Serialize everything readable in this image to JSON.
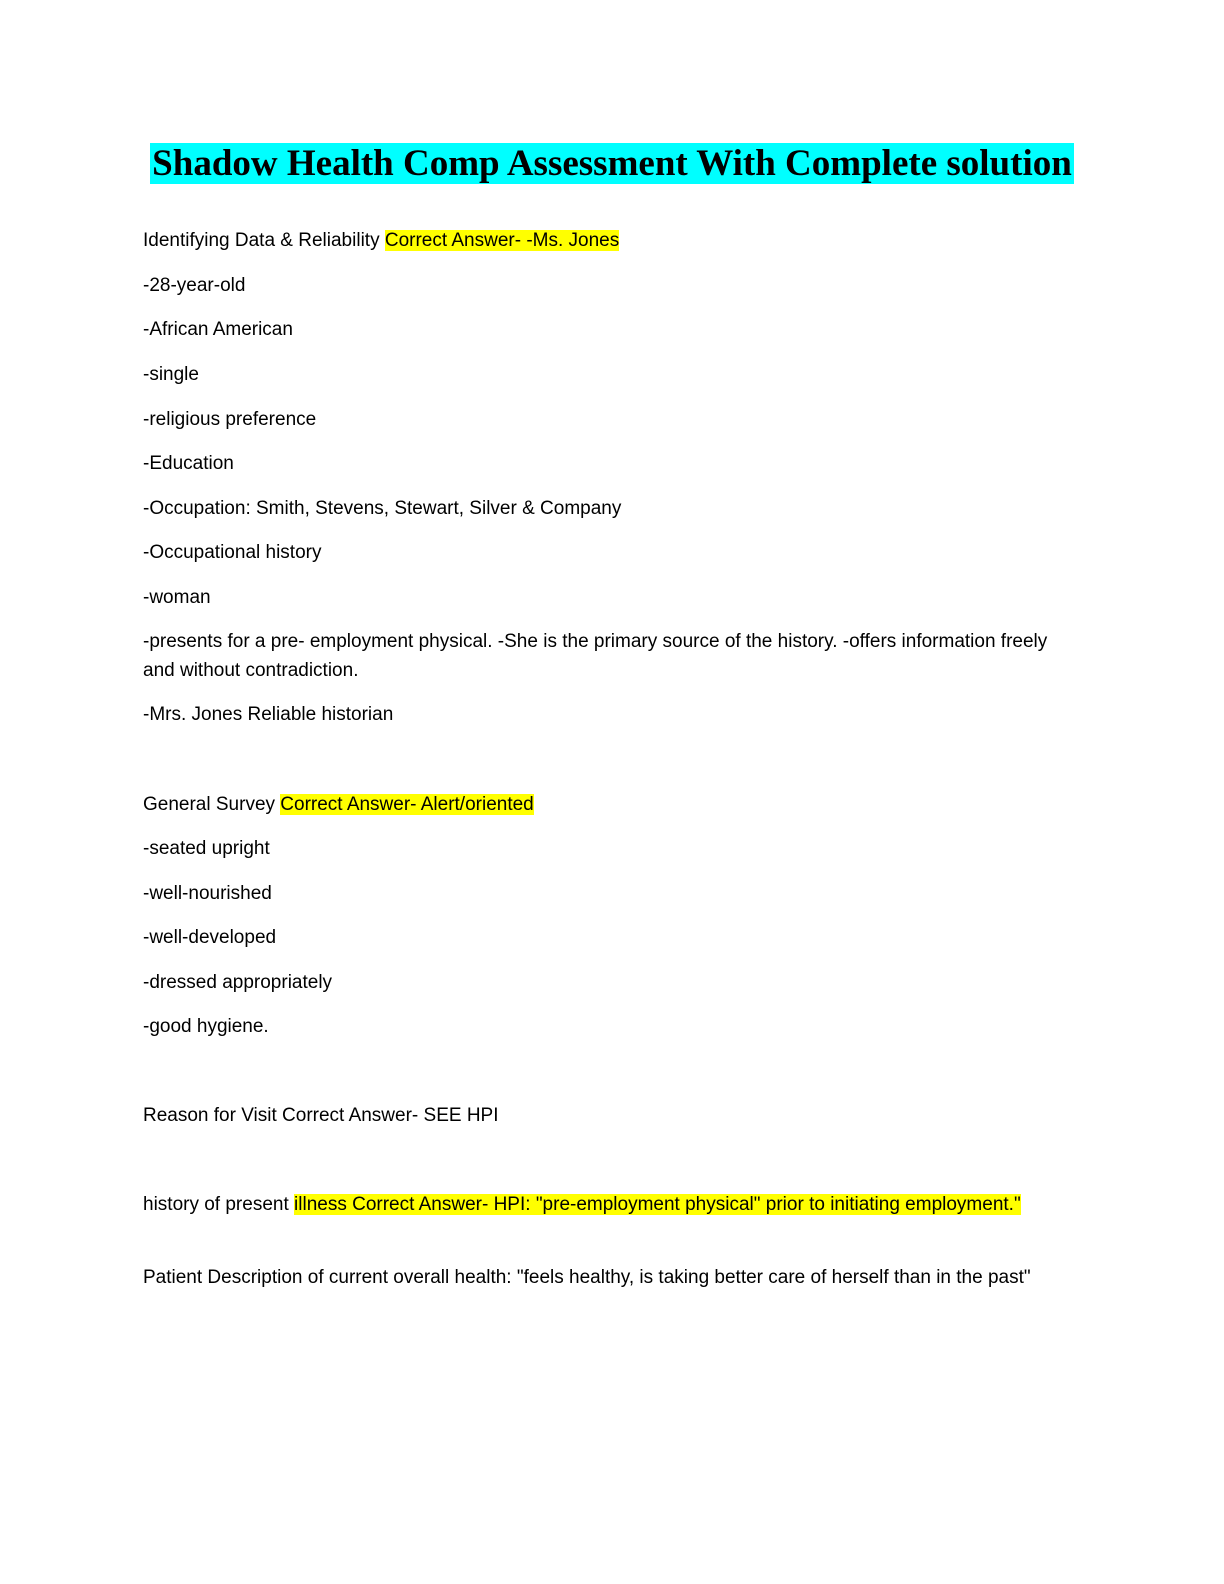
{
  "title": "Shadow Health Comp Assessment With Complete solution",
  "lines": [
    {
      "text": "Identifying Data & Reliability ",
      "hl": "Correct Answer- -Ms. Jones"
    },
    {
      "text": "-28-year-old"
    },
    {
      "text": "-African American"
    },
    {
      "text": "-single"
    },
    {
      "text": "-religious preference"
    },
    {
      "text": "-Education"
    },
    {
      "text": "-Occupation: Smith, Stevens, Stewart, Silver & Company"
    },
    {
      "text": "-Occupational history"
    },
    {
      "text": "-woman"
    },
    {
      "text": "-presents for a pre- employment physical. -She is the primary source of the history. -offers information freely and without contradiction."
    },
    {
      "text": "-Mrs. Jones Reliable historian"
    },
    {
      "text": "General Survey ",
      "hl": "Correct Answer- Alert/oriented"
    },
    {
      "text": "-seated upright"
    },
    {
      "text": " -well-nourished"
    },
    {
      "text": "-well-developed"
    },
    {
      "text": "-dressed appropriately"
    },
    {
      "text": "-good hygiene."
    },
    {
      "text": "Reason for Visit Correct Answer- SEE HPI"
    },
    {
      "text": "history of present ",
      "hl": "illness Correct Answer- HPI: \"pre-employment physical\" prior to initiating employment.\""
    },
    {
      "text": "Patient Description of current overall health: \"feels healthy, is taking better care of herself than in the past\""
    }
  ]
}
